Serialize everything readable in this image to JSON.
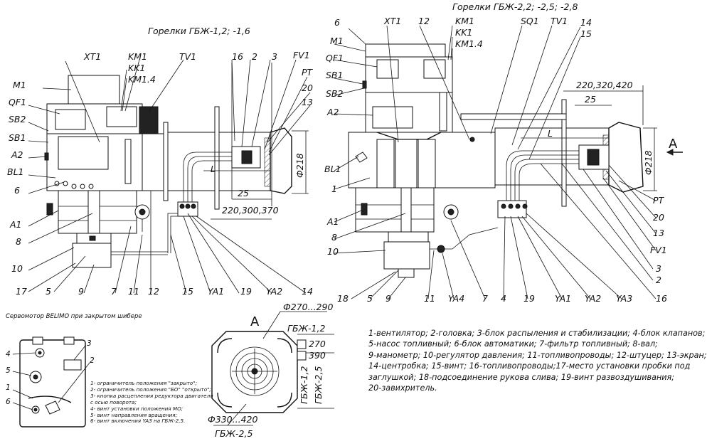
{
  "left_title": "Горелки ГБЖ-1,2; -1,6",
  "right_title": "Горелки ГБЖ-2,2; -2,5; -2,8",
  "left_labels": {
    "xt1": "XT1",
    "km1": "KM1",
    "kk1": "KK1",
    "km14": "KM1.4",
    "tv1": "TV1",
    "n16": "16",
    "n2": "2",
    "n3": "3",
    "fv1": "FV1",
    "pt": "PT",
    "n20": "20",
    "n13": "13",
    "m1": "M1",
    "qf1": "QF1",
    "sb2": "SB2",
    "sb1": "SB1",
    "a2": "A2",
    "bl1": "BL1",
    "n6": "6",
    "a1": "A1",
    "n8": "8",
    "n10": "10",
    "n17": "17",
    "n5": "5",
    "n9": "9",
    "n7": "7",
    "n11": "11",
    "n12": "12",
    "n15": "15",
    "ya1": "YA1",
    "n19": "19",
    "ya2": "YA2",
    "n14": "14",
    "n25": "25",
    "dim_l": "L",
    "dim_range": "220,300,370",
    "dia": "Ф218"
  },
  "right_labels": {
    "n6": "6",
    "xt1": "XT1",
    "n12": "12",
    "km1": "KM1",
    "kk1": "KK1",
    "km14": "KM1.4",
    "sq1": "SQ1",
    "tv1": "TV1",
    "n14": "14",
    "n15": "15",
    "m1": "M1",
    "qf1": "QF1",
    "sb1": "SB1",
    "sb2": "SB2",
    "a2": "A2",
    "bl1": "BL1",
    "n1": "1",
    "a1": "A1",
    "n8": "8",
    "n10": "10",
    "n18": "18",
    "n5": "5",
    "n9": "9",
    "n11": "11",
    "ya4": "YA4",
    "n7": "7",
    "n4": "4",
    "n19": "19",
    "ya1": "YA1",
    "ya2": "YA2",
    "ya3": "YA3",
    "n16": "16",
    "n2": "2",
    "n3": "3",
    "fv1": "FV1",
    "n13": "13",
    "n20": "20",
    "pt": "PT",
    "dim_range": "220,320,420",
    "n25": "25",
    "dim_l": "L",
    "dia": "Ф218",
    "view": "A"
  },
  "servo": {
    "title": "Сервомотор BELIMO при закрытом шибере",
    "callouts": [
      "4",
      "5",
      "1",
      "6",
      "3",
      "2"
    ],
    "items": [
      "1- ограничитель положения \"закрыто\";",
      "2- ограничитель положения \"БО\" \"открыто\";",
      "3- кнопка расцепления редуктора двигателя",
      "с осью поворота;",
      "4- винт установки положения МО;",
      "5- винт направления вращения;",
      "6- винт включения YA3 на ГБЖ-2,5."
    ]
  },
  "view_a": {
    "letter": "A",
    "top_dim": "Ф270...290",
    "top_model": "ГБЖ-1,2",
    "bottom_dim": "Ф330...420",
    "bottom_model": "ГБЖ-2,5",
    "box1": "270",
    "box2": "390",
    "side1": "ГБЖ-1,2",
    "side2": "ГБЖ-2,5"
  },
  "legend": [
    "1-вентилятор; 2-головка; 3-блок распыления и стабилизации; 4-блок клапанов;",
    "5-насос топливный; 6-блок автоматики; 7-фильтр топливный; 8-вал;",
    "9-манометр; 10-регулятор давления; 11-топливопроводы; 12-штуцер; 13-экран;",
    "14-центробка; 15-винт; 16-топливопроводы;17-место установки пробки под",
    "заглушкой; 18-подсоединение рукова слива; 19-винт развоздушивания;",
    "20-завихритель."
  ]
}
